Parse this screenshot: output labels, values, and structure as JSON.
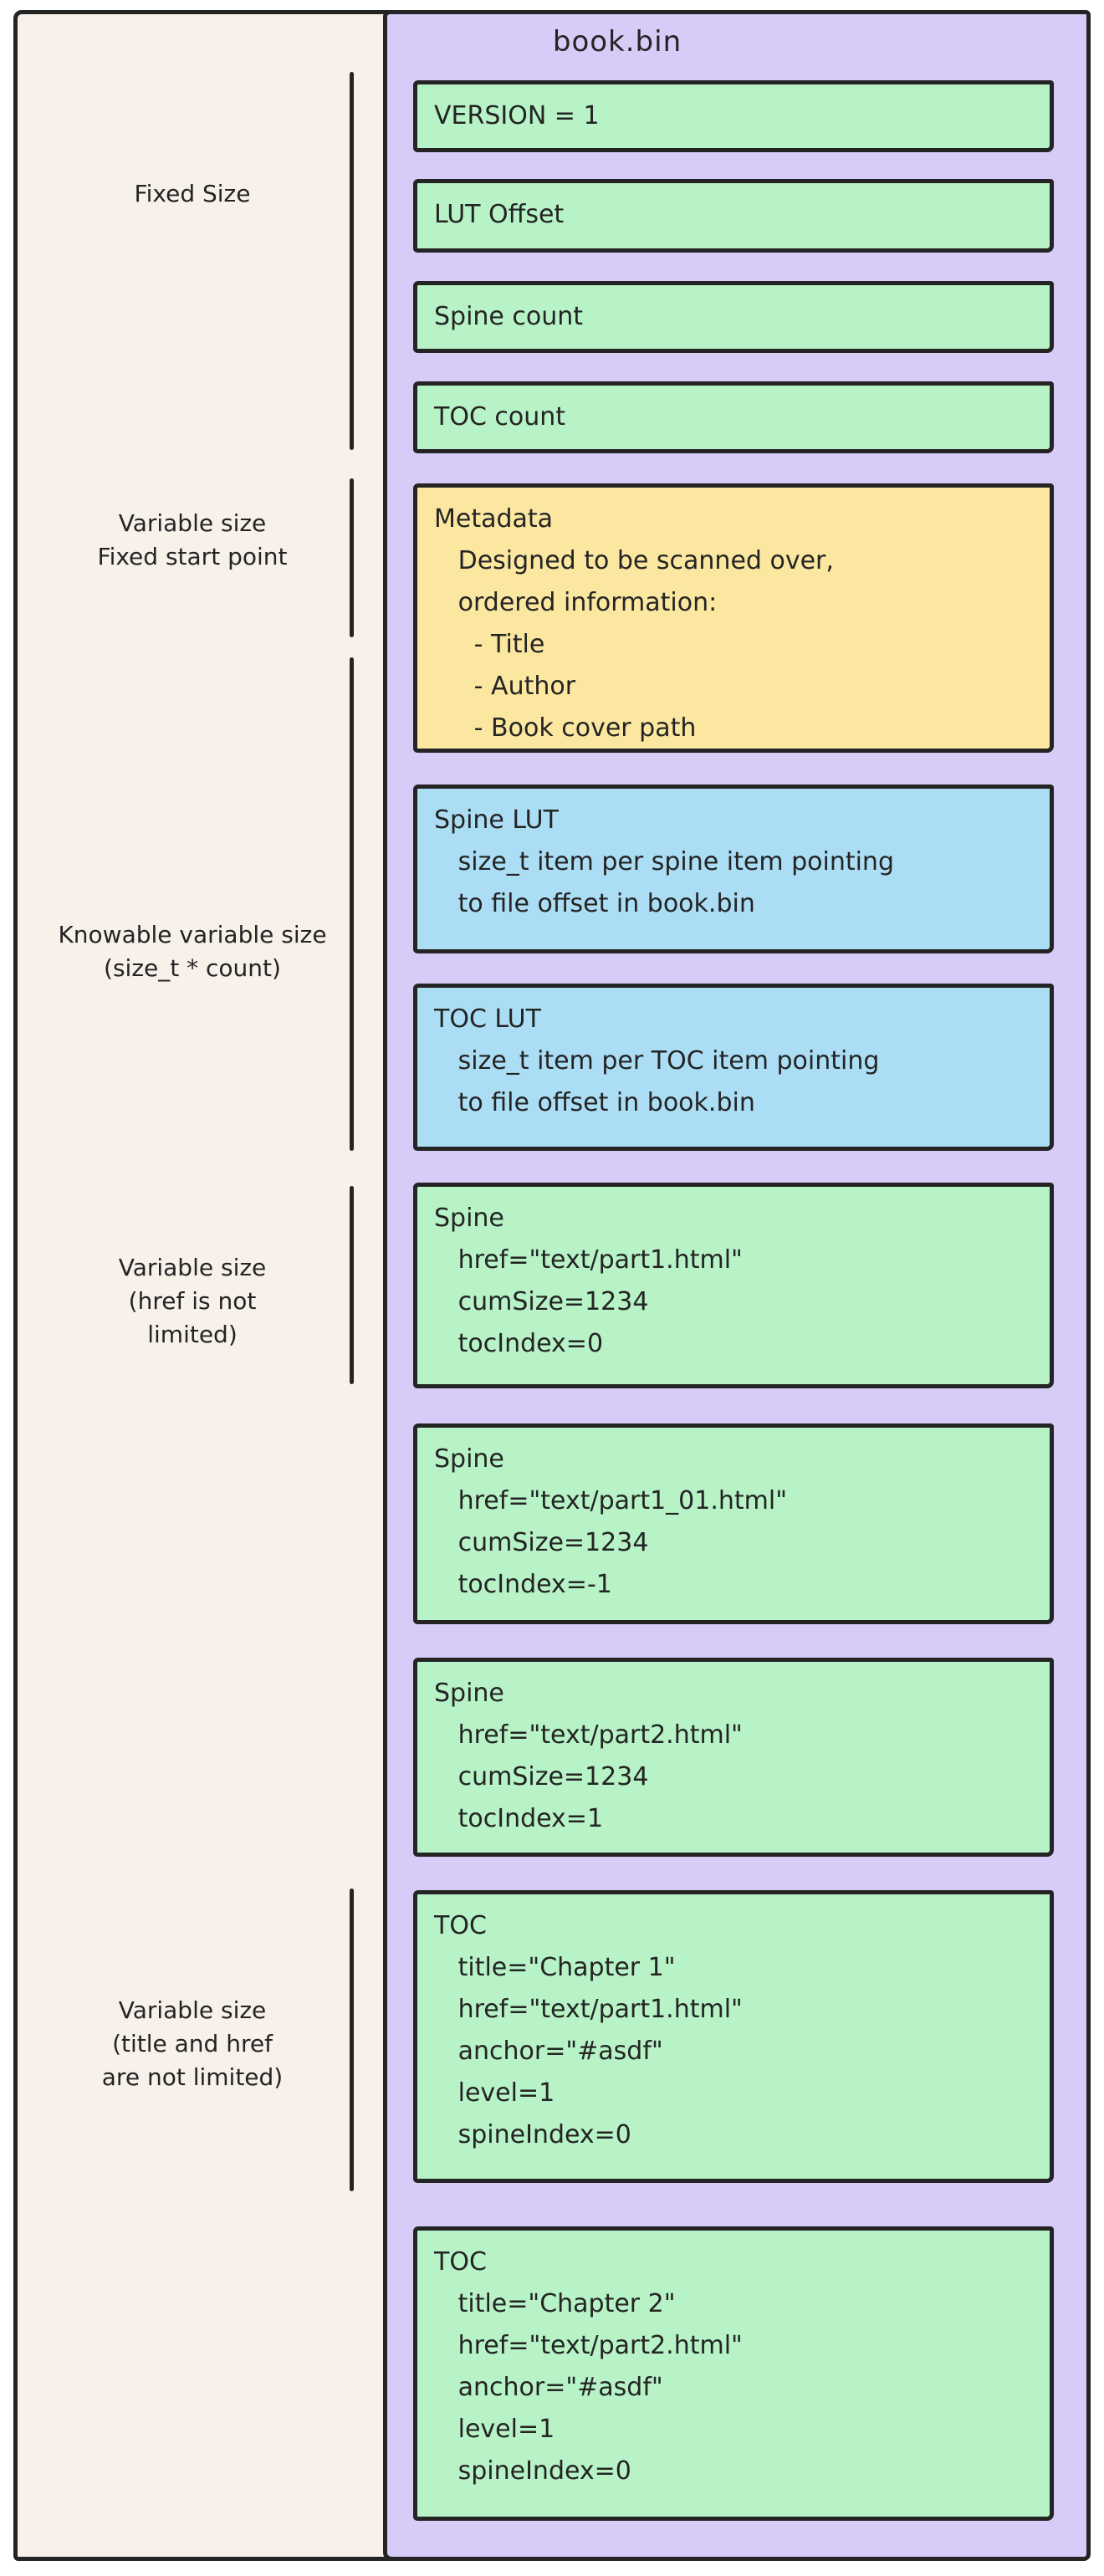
{
  "diagram": {
    "title": "book.bin",
    "colors": {
      "page_background": "#f7f1ea",
      "container_purple": "#d7cbf7",
      "record_green": "#b7f3c6",
      "record_yellow": "#fbe7a0",
      "record_blue": "#abdef5",
      "stroke": "#242424"
    }
  },
  "section_labels": [
    {
      "id": "fixed-size",
      "lines": [
        "Fixed Size"
      ]
    },
    {
      "id": "variable-fixed-start",
      "lines": [
        "Variable size",
        "Fixed start point"
      ]
    },
    {
      "id": "knowable-variable",
      "lines": [
        "Knowable variable size",
        "(size_t * count)"
      ]
    },
    {
      "id": "variable-href",
      "lines": [
        "Variable size",
        "(href is not",
        "limited)"
      ]
    },
    {
      "id": "variable-title-href",
      "lines": [
        "Variable size",
        "(title and href",
        "are not limited)"
      ]
    }
  ],
  "blocks": [
    {
      "id": "version",
      "color": "green",
      "lines": [
        "VERSION = 1"
      ]
    },
    {
      "id": "lut-offset",
      "color": "green",
      "lines": [
        "LUT Offset"
      ]
    },
    {
      "id": "spine-count",
      "color": "green",
      "lines": [
        "Spine count"
      ]
    },
    {
      "id": "toc-count",
      "color": "green",
      "lines": [
        "TOC count"
      ]
    },
    {
      "id": "metadata",
      "color": "yellow",
      "lines": [
        "Metadata",
        "   Designed to be scanned over,",
        "   ordered information:",
        "     - Title",
        "     - Author",
        "     - Book cover path"
      ]
    },
    {
      "id": "spine-lut",
      "color": "blue",
      "lines": [
        "Spine LUT",
        "   size_t item per spine item pointing",
        "   to file offset in book.bin"
      ]
    },
    {
      "id": "toc-lut",
      "color": "blue",
      "lines": [
        "TOC LUT",
        "   size_t item per TOC item pointing",
        "   to file offset in book.bin"
      ]
    },
    {
      "id": "spine-1",
      "color": "green",
      "lines": [
        "Spine",
        "   href=\"text/part1.html\"",
        "   cumSize=1234",
        "   tocIndex=0"
      ]
    },
    {
      "id": "spine-2",
      "color": "green",
      "lines": [
        "Spine",
        "   href=\"text/part1_01.html\"",
        "   cumSize=1234",
        "   tocIndex=-1"
      ]
    },
    {
      "id": "spine-3",
      "color": "green",
      "lines": [
        "Spine",
        "   href=\"text/part2.html\"",
        "   cumSize=1234",
        "   tocIndex=1"
      ]
    },
    {
      "id": "toc-1",
      "color": "green",
      "lines": [
        "TOC",
        "   title=\"Chapter 1\"",
        "   href=\"text/part1.html\"",
        "   anchor=\"#asdf\"",
        "   level=1",
        "   spineIndex=0"
      ]
    },
    {
      "id": "toc-2",
      "color": "green",
      "lines": [
        "TOC",
        "   title=\"Chapter 2\"",
        "   href=\"text/part2.html\"",
        "   anchor=\"#asdf\"",
        "   level=1",
        "   spineIndex=0"
      ]
    }
  ]
}
